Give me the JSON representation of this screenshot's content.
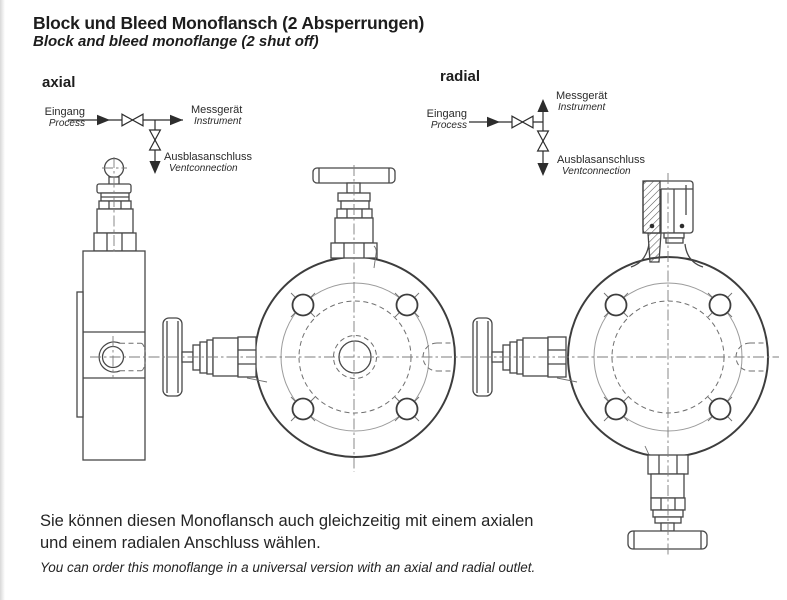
{
  "header": {
    "title_de": "Block und Bleed Monoflansch (2 Absperrungen)",
    "title_en": "Block and bleed monoflange (2 shut off)"
  },
  "axial_view": {
    "heading": "axial",
    "flow": {
      "inlet": "Eingang",
      "inlet_sub": "Process",
      "instrument": "Messgerät",
      "instrument_sub": "Instrument",
      "vent": "Ausblasanschluss",
      "vent_sub": "Ventconnection"
    }
  },
  "radial_view": {
    "heading": "radial",
    "flow": {
      "inlet": "Eingang",
      "inlet_sub": "Process",
      "instrument": "Messgerät",
      "instrument_sub": "Instrument",
      "vent": "Ausblasanschluss",
      "vent_sub": "Ventconnection"
    }
  },
  "footer": {
    "line1_de": "Sie können diesen Monoflansch auch gleichzeitig mit einem axialen",
    "line2_de": "und einem radialen Anschluss wählen.",
    "line_en": "You can order this monoflange in a universal version with an axial and radial outlet."
  },
  "colors": {
    "background": "#ffffff",
    "line": "#474747",
    "light_line": "#9b9b9b",
    "dashed_line": "#6f6f6f",
    "text": "#242424"
  }
}
